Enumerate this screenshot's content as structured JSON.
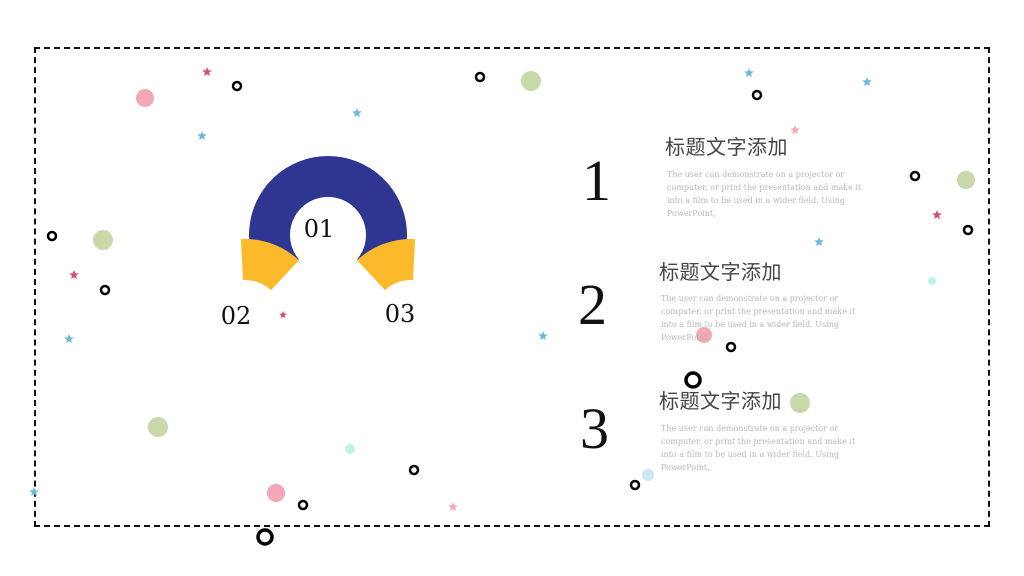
{
  "diagram": {
    "rings": [
      {
        "label": "01",
        "color": "#2e3692"
      },
      {
        "label": "02",
        "color": "#fcba2b"
      },
      {
        "label": "03",
        "color": "#fcba2b"
      }
    ]
  },
  "items": [
    {
      "number": "1",
      "title": "标题文字添加",
      "desc": "The user can demonstrate on a projector or computer, or print the presentation and make it into a film to be used in a wider field. Using PowerPoint,"
    },
    {
      "number": "2",
      "title": "标题文字添加",
      "desc": "The user can demonstrate on a projector or computer, or print the presentation and make it into a film to be used in a wider field. Using PowerPoint,"
    },
    {
      "number": "3",
      "title": "标题文字添加",
      "desc": "The user can demonstrate on a projector or computer, or print the presentation and make it into a film to be used in a wider field. Using PowerPoint,"
    }
  ],
  "decor_colors": {
    "pink": "#f4a7b5",
    "green": "#c8d8a8",
    "blue_star": "#6db8d8",
    "red_star": "#d6506e",
    "light_blue": "#cfe6f5",
    "mint": "#bff3ea"
  }
}
